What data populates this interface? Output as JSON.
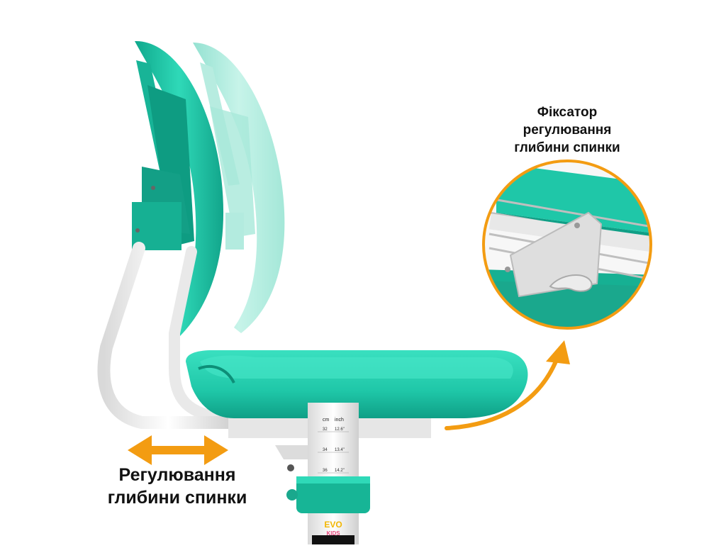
{
  "callout_top_right": {
    "line1": "Фіксатор",
    "line2": "регулювання",
    "line3": "глибини спинки"
  },
  "callout_bottom_left": {
    "line1": "Регулювання",
    "line2": "глибини спинки"
  },
  "height_scale": {
    "header_cm": "cm",
    "header_inch": "inch",
    "rows": [
      {
        "cm": "32",
        "inch": "12.6\""
      },
      {
        "cm": "34",
        "inch": "13.4\""
      },
      {
        "cm": "36",
        "inch": "14.2\""
      }
    ]
  },
  "logo": {
    "line1": "EVO",
    "line2": "KIDS"
  },
  "colors": {
    "seat_mint": "#1fc7a8",
    "seat_mint_dark": "#12a58b",
    "ghost_mint": "#9fe6d6",
    "arrow_orange": "#f39c12",
    "frame_white": "#f2f2f2",
    "zoom_ring": "#f39c12"
  },
  "icons": {
    "double_arrow": "horizontal-double-arrow-icon",
    "curved_arrow": "curved-arrow-icon"
  }
}
